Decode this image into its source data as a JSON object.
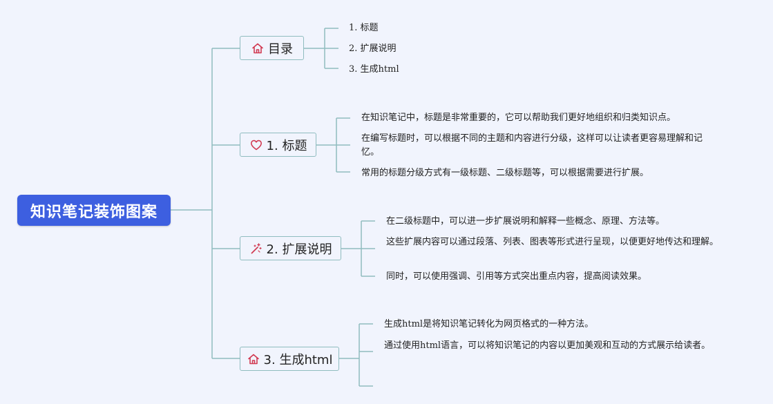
{
  "root": {
    "title": "知识笔记装饰图案"
  },
  "branches": [
    {
      "label": "目录",
      "icon": "home-icon",
      "children": [
        "1. 标题",
        "2. 扩展说明",
        "3. 生成html"
      ]
    },
    {
      "label": "1. 标题",
      "icon": "heart-icon",
      "children": [
        "在知识笔记中，标题是非常重要的，它可以帮助我们更好地组织和归类知识点。",
        "在编写标题时，可以根据不同的主题和内容进行分级，这样可以让读者更容易理解和记忆。",
        "常用的标题分级方式有一级标题、二级标题等，可以根据需要进行扩展。"
      ]
    },
    {
      "label": "2. 扩展说明",
      "icon": "magic-wand-icon",
      "children": [
        "在二级标题中，可以进一步扩展说明和解释一些概念、原理、方法等。",
        "这些扩展内容可以通过段落、列表、图表等形式进行呈现，以便更好地传达和理解。",
        "同时，可以使用强调、引用等方式突出重点内容，提高阅读效果。"
      ]
    },
    {
      "label": "3. 生成html",
      "icon": "home-icon",
      "children": [
        "生成html是将知识笔记转化为网页格式的一种方法。",
        "通过使用html语言，可以将知识笔记的内容以更加美观和互动的方式展示给读者。",
        ""
      ]
    }
  ],
  "colors": {
    "background": "#f1f4fd",
    "root": "#3d5fe0",
    "connector": "#8fbcbf",
    "icon": "#d13a52"
  }
}
